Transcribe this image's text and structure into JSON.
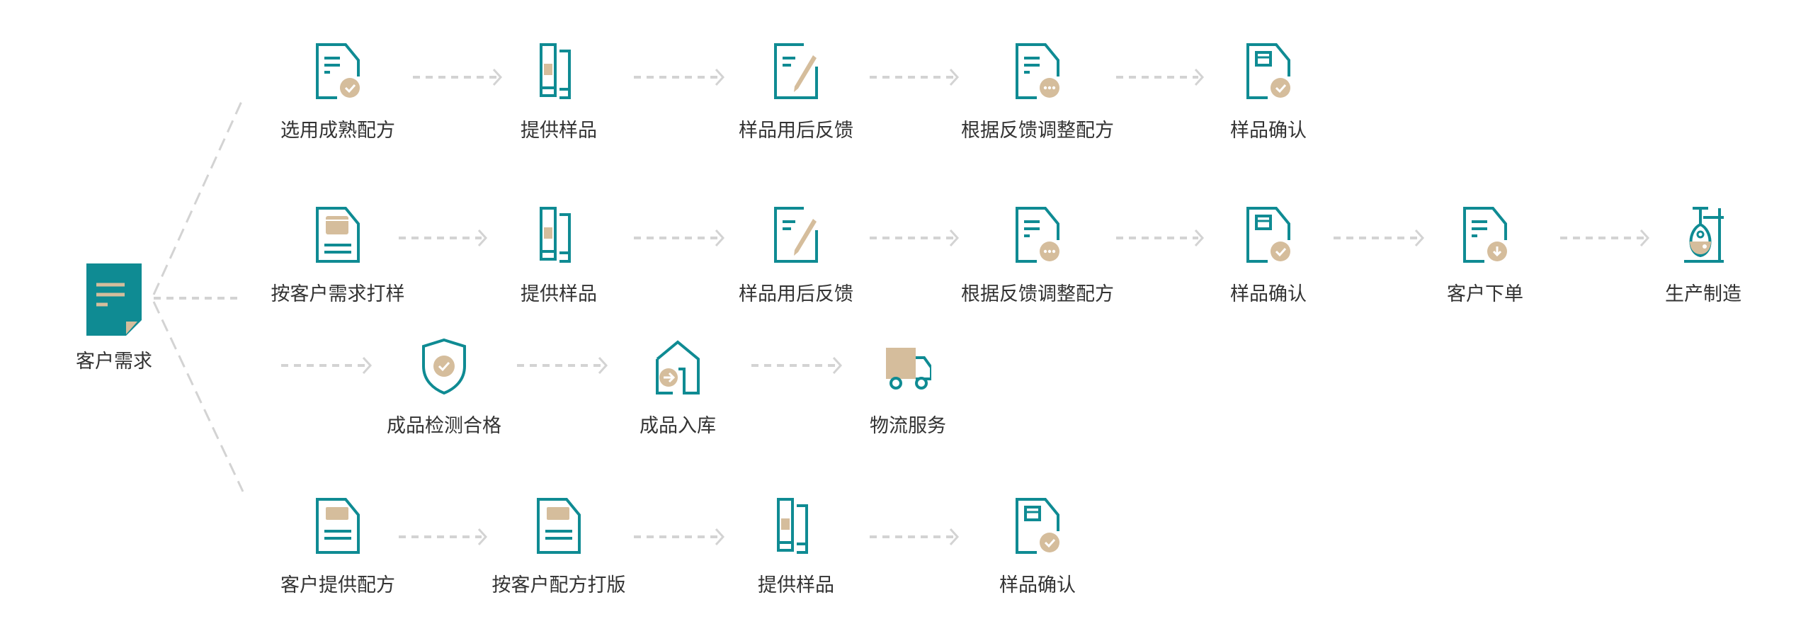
{
  "colors": {
    "teal": "#0f8b93",
    "beige": "#d5bd9c",
    "dash": "#d3d3d3",
    "text": "#333333"
  },
  "root": {
    "label": "客户需求",
    "icon": "document-icon"
  },
  "rows": [
    {
      "steps": [
        {
          "label": "选用成熟配方",
          "icon": "doc-check"
        },
        {
          "label": "提供样品",
          "icon": "tubes"
        },
        {
          "label": "样品用后反馈",
          "icon": "edit"
        },
        {
          "label": "根据反馈调整配方",
          "icon": "doc-dots"
        },
        {
          "label": "样品确认",
          "icon": "doc-box-check"
        }
      ]
    },
    {
      "steps": [
        {
          "label": "按客户需求打样",
          "icon": "doc-card"
        },
        {
          "label": "提供样品",
          "icon": "tubes"
        },
        {
          "label": "样品用后反馈",
          "icon": "edit"
        },
        {
          "label": "根据反馈调整配方",
          "icon": "doc-dots"
        },
        {
          "label": "样品确认",
          "icon": "doc-box-check"
        },
        {
          "label": "客户下单",
          "icon": "doc-download"
        },
        {
          "label": "生产制造",
          "icon": "flask"
        }
      ]
    },
    {
      "steps": [
        {
          "label": "成品检测合格",
          "icon": "shield-check"
        },
        {
          "label": "成品入库",
          "icon": "warehouse"
        },
        {
          "label": "物流服务",
          "icon": "truck"
        }
      ]
    },
    {
      "steps": [
        {
          "label": "客户提供配方",
          "icon": "doc-card2"
        },
        {
          "label": "按客户配方打版",
          "icon": "doc-card2"
        },
        {
          "label": "提供样品",
          "icon": "tubes"
        },
        {
          "label": "样品确认",
          "icon": "doc-box-check"
        }
      ]
    }
  ]
}
